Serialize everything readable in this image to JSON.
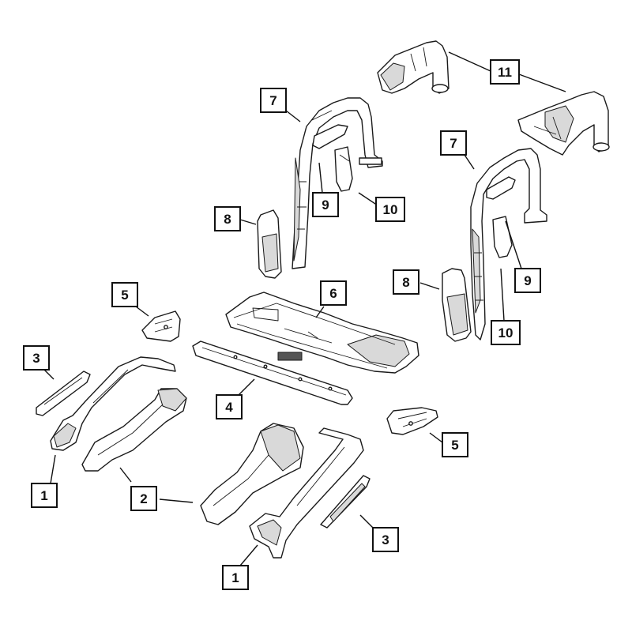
{
  "callouts": [
    {
      "id": "c11",
      "label": "11"
    },
    {
      "id": "c7a",
      "label": "7"
    },
    {
      "id": "c7b",
      "label": "7"
    },
    {
      "id": "c9a",
      "label": "9"
    },
    {
      "id": "c10a",
      "label": "10"
    },
    {
      "id": "c8a",
      "label": "8"
    },
    {
      "id": "c8b",
      "label": "8"
    },
    {
      "id": "c9b",
      "label": "9"
    },
    {
      "id": "c10b",
      "label": "10"
    },
    {
      "id": "c5a",
      "label": "5"
    },
    {
      "id": "c6",
      "label": "6"
    },
    {
      "id": "c3a",
      "label": "3"
    },
    {
      "id": "c4",
      "label": "4"
    },
    {
      "id": "c5b",
      "label": "5"
    },
    {
      "id": "c1a",
      "label": "1"
    },
    {
      "id": "c2",
      "label": "2"
    },
    {
      "id": "c3b",
      "label": "3"
    },
    {
      "id": "c1b",
      "label": "1"
    }
  ]
}
